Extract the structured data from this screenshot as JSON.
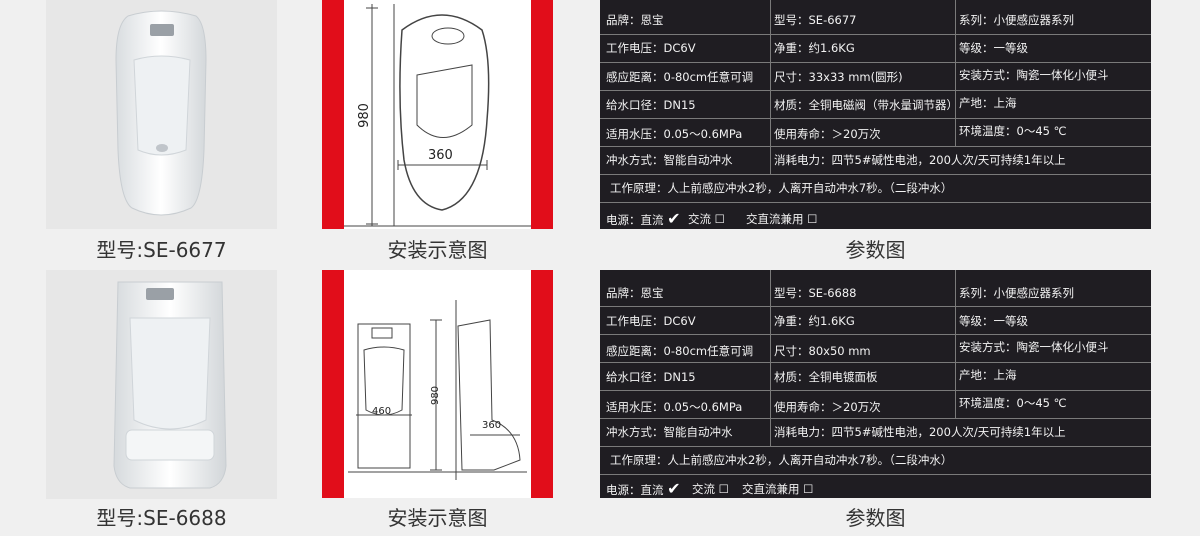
{
  "products": [
    {
      "model_caption": "型号:SE-6677",
      "install_caption": "安装示意图",
      "params_caption": "参数图",
      "diagram": {
        "height_label": "980",
        "width_label": "360"
      },
      "specs": {
        "brand": "品牌：恩宝",
        "model": "型号：SE-6677",
        "series": "系列：小便感应器系列",
        "voltage": "工作电压：DC6V",
        "weight": "净重：约1.6KG",
        "grade": "等级：一等级",
        "distance": "感应距离：0-80cm任意可调",
        "size": "尺寸：33x33 mm(圆形)",
        "install": "安装方式：陶瓷一体化小便斗",
        "inlet": "给水口径：DN15",
        "material": "材质：全铜电磁阀（带水量调节器）",
        "origin": "产地：上海",
        "pressure": "适用水压：0.05～0.6MPa",
        "life": "使用寿命：＞20万次",
        "temp": "环境温度：0～45 ℃",
        "flush": "冲水方式：智能自动冲水",
        "power_use": "消耗电力：四节5#碱性电池，200人次/天可持续1年以上",
        "principle": "工作原理：人上前感应冲水2秒，人离开自动冲水7秒。（二段冲水）",
        "power_label": "电源：直流",
        "ac_label": "交流",
        "acdc_label": "交直流兼用"
      }
    },
    {
      "model_caption": "型号:SE-6688",
      "install_caption": "安装示意图",
      "params_caption": "参数图",
      "diagram": {
        "height_label": "980",
        "width_label": "360",
        "depth_label": "460"
      },
      "specs": {
        "brand": "品牌：恩宝",
        "model": "型号：SE-6688",
        "series": "系列：小便感应器系列",
        "voltage": "工作电压：DC6V",
        "weight": "净重：约1.6KG",
        "grade": "等级：一等级",
        "distance": "感应距离：0-80cm任意可调",
        "size": "尺寸：80x50 mm",
        "install": "安装方式：陶瓷一体化小便斗",
        "inlet": "给水口径：DN15",
        "material": "材质：全铜电镀面板",
        "origin": "产地：上海",
        "pressure": "适用水压：0.05～0.6MPa",
        "life": "使用寿命：＞20万次",
        "temp": "环境温度：0～45 ℃",
        "flush": "冲水方式：智能自动冲水",
        "power_use": "消耗电力：四节5#碱性电池，200人次/天可持续1年以上",
        "principle": "工作原理：人上前感应冲水2秒，人离开自动冲水7秒。（二段冲水）",
        "power_label": "电源：直流",
        "ac_label": "交流",
        "acdc_label": "交直流兼用"
      }
    }
  ],
  "colors": {
    "accent_red": "#e10d1a",
    "panel_dark": "#1f1d22",
    "photo_bg": "#e7e7e7"
  }
}
